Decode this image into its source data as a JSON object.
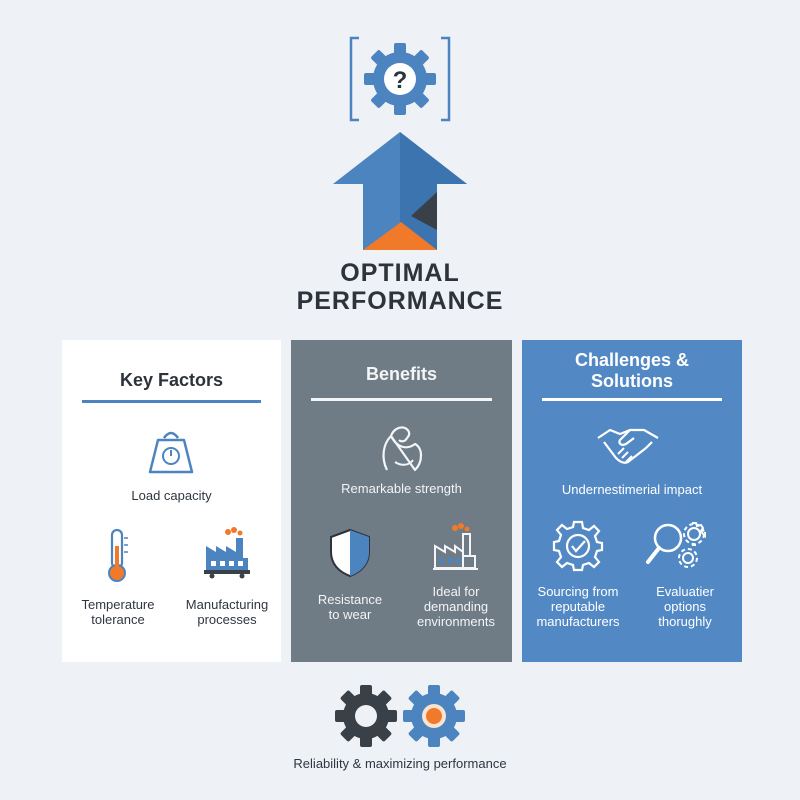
{
  "header": {
    "question_glyph": "?",
    "title_line1": "OPTIMAL",
    "title_line2": "PERFORMANCE"
  },
  "panels": {
    "key_factors": {
      "heading": "Key Factors",
      "items": [
        {
          "label": "Load capacity"
        },
        {
          "label_line1": "Temperature",
          "label_line2": "tolerance"
        },
        {
          "label_line1": "Manufacturing",
          "label_line2": "processes"
        }
      ]
    },
    "benefits": {
      "heading": "Benefits",
      "items": [
        {
          "label": "Remarkable strength"
        },
        {
          "label_line1": "Resistance",
          "label_line2": "to wear"
        },
        {
          "label_line1": "Ideal for",
          "label_line2": "demanding",
          "label_line3": "environments"
        }
      ]
    },
    "challenges": {
      "heading_line1": "Challenges &",
      "heading_line2": "Solutions",
      "items": [
        {
          "label": "Undernestimerial impact"
        },
        {
          "label_line1": "Sourcing from",
          "label_line2": "reputable",
          "label_line3": "manufacturers"
        },
        {
          "label_line1": "Evaluatier",
          "label_line2": "options",
          "label_line3": "thorughly"
        }
      ]
    }
  },
  "footer": {
    "caption": "Reliability & maximizing performance"
  },
  "colors": {
    "accent_blue": "#4b84bf",
    "dark_slate": "#3a4048",
    "orange": "#f07a2a",
    "panel_gray": "#6f7b85",
    "panel_blue": "#5289c4"
  }
}
